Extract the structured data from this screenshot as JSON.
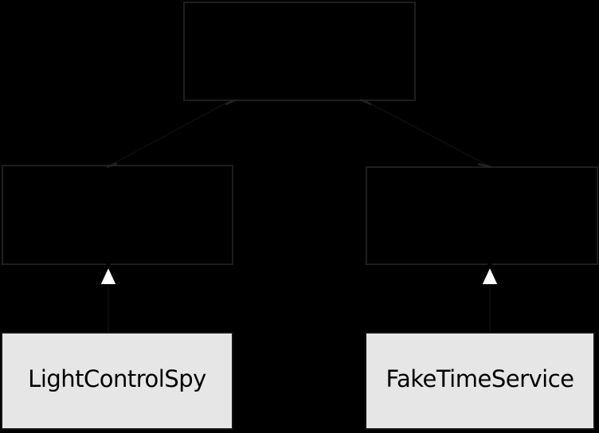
{
  "diagram": {
    "type": "uml-class-diagram",
    "colors": {
      "background": "#000000",
      "box_border_dark": "#1e1e1e",
      "box_fill_dark": "#000000",
      "box_fill_light": "#e6e6e6",
      "box_border_light": "#141414",
      "label_color": "#000000",
      "arrowhead_fill": "#ffffff",
      "arrowhead_outline": "#000000",
      "connector_color": "#0e0e0e",
      "nub_color": "#232323"
    },
    "nodes": {
      "top": {
        "label": ""
      },
      "mid_left": {
        "label": ""
      },
      "mid_right": {
        "label": ""
      },
      "bottom_left": {
        "label": "LightControlSpy"
      },
      "bottom_right": {
        "label": "FakeTimeService"
      }
    },
    "relationships": [
      {
        "from": "bottom_left",
        "to": "mid_left",
        "kind": "generalization-hollow-triangle"
      },
      {
        "from": "bottom_right",
        "to": "mid_right",
        "kind": "generalization-hollow-triangle"
      },
      {
        "from": "top",
        "to": "mid_left",
        "kind": "edge"
      },
      {
        "from": "top",
        "to": "mid_right",
        "kind": "edge"
      }
    ]
  }
}
